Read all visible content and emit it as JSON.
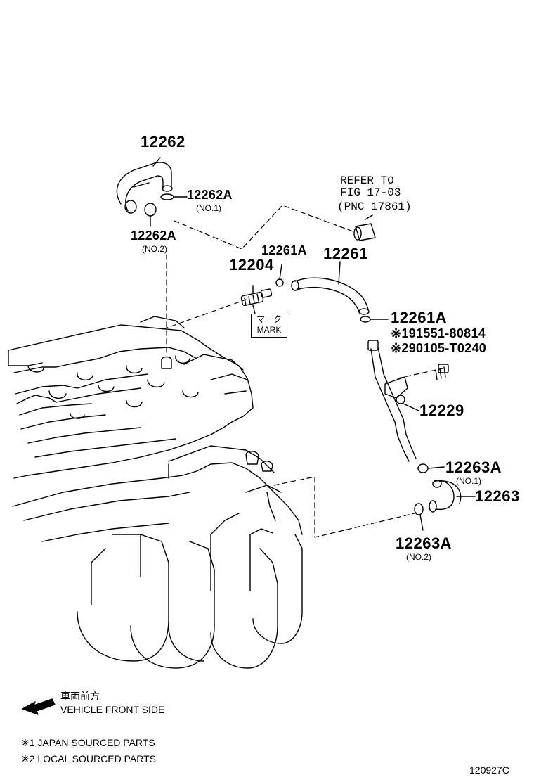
{
  "parts": {
    "p12262": "12262",
    "p12262A_1": "12262A",
    "p12262A_1_sub": "(NO.1)",
    "p12262A_2": "12262A",
    "p12262A_2_sub": "(NO.2)",
    "p12204": "12204",
    "p12261A_top": "12261A",
    "p12261": "12261",
    "p12261A_right": "12261A",
    "bolt1": "※191551-80814",
    "bolt2": "※290105-T0240",
    "p12229": "12229",
    "p12263A_1": "12263A",
    "p12263A_1_sub": "(NO.1)",
    "p12263": "12263",
    "p12263A_2": "12263A",
    "p12263A_2_sub": "(NO.2)"
  },
  "refer": {
    "line1": "REFER TO",
    "line2": "FIG 17-03",
    "line3": "(PNC 17861)"
  },
  "mark": {
    "jp": "マーク",
    "en": "MARK"
  },
  "front": {
    "jp": "車両前方",
    "en": "VEHICLE FRONT SIDE"
  },
  "notes": {
    "n1": "※1 JAPAN SOURCED PARTS",
    "n2": "※2 LOCAL SOURCED PARTS"
  },
  "figure_code": "120927C"
}
